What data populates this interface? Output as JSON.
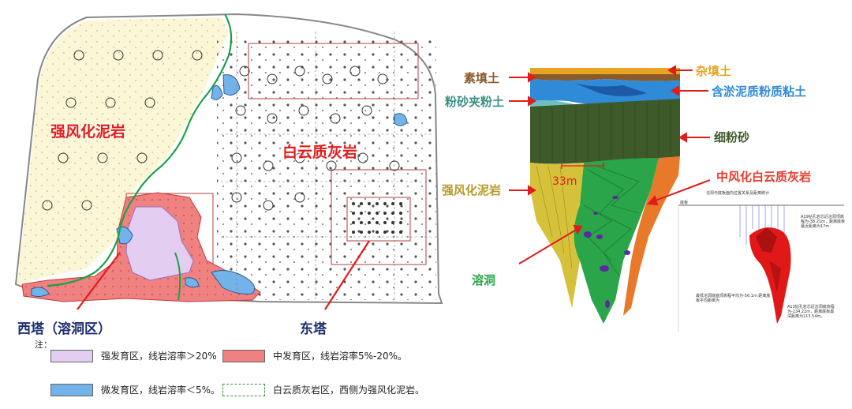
{
  "map": {
    "west_rock_label": "强风化泥岩",
    "east_rock_label": "白云质灰岩",
    "west_tower_label": "西塔（溶洞区）",
    "east_tower_label": "东塔"
  },
  "legend": {
    "note_prefix": "注：",
    "items": [
      {
        "label": "强发育区，线岩溶率＞20%",
        "color": "#e3cdf0"
      },
      {
        "label": "中发育区，线岩溶率5%-20%。",
        "color": "#f08181"
      },
      {
        "label": "微发育区，线岩溶率＜5%。",
        "color": "#74b3ea"
      },
      {
        "label": "白云质灰岩区，西侧为强风化泥岩。",
        "color": "#3c8a3c"
      }
    ]
  },
  "section": {
    "labels": {
      "plain_fill": "素填土",
      "misc_fill": "杂填土",
      "silty_clay": "含淤泥质粉质粘土",
      "silt_sand": "粉砂夹粉土",
      "fine_sand": "细粉砂",
      "mid_dolomite": "中风化白云质灰岩",
      "strong_mudstone": "强风化泥岩",
      "cave": "溶洞",
      "depth": "33m"
    },
    "colors": {
      "plain_fill": "#8b5a2b",
      "misc_fill": "#e6a420",
      "silty_clay": "#2f8ad8",
      "silt_sand": "#3b8f86",
      "fine_sand": "#3f5a2a",
      "mid_dolomite": "#e63a2a",
      "strong_mudstone": "#b69a2a",
      "cave": "#2aa54a"
    }
  },
  "inset": {
    "title": "溶洞与底板面向位置关系及距离统计",
    "axis_label": "底板",
    "note_top": "A19钻孔岩芯近溶洞顶高程为-38.21m，距离底板最近距离为17m",
    "note_mid": "最低溶洞底面顶高程平均为-56.1m 距离底板平均距离为",
    "note_bottom": "A13钻孔岩芯近溶洞底高程为-134.22m，距离底板最深距离为113.54m。"
  }
}
